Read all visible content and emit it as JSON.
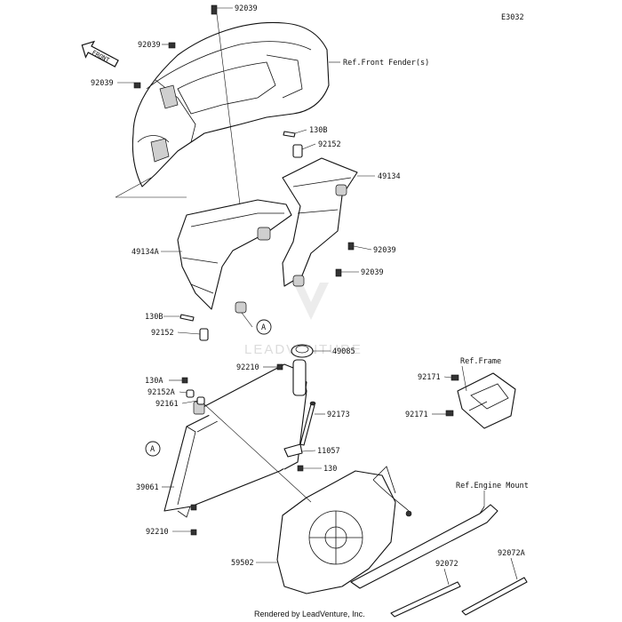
{
  "diagram_code": "E3032",
  "direction_arrow": "FRONT",
  "watermark": "LEADVENTURE",
  "footer": "Rendered by LeadVenture, Inc.",
  "circle_ref": "A",
  "labels": {
    "l92039_a": "92039",
    "l92039_b": "92039",
    "l92039_c": "92039",
    "l92039_d": "92039",
    "l92039_e": "92039",
    "ref_front_fender": "Ref.Front Fender(s)",
    "l130B_a": "130B",
    "l92152_a": "92152",
    "l49134": "49134",
    "l49134A": "49134A",
    "l130B_b": "130B",
    "l92152_b": "92152",
    "l49085": "49085",
    "l92210_a": "92210",
    "l130A": "130A",
    "l92152A": "92152A",
    "l92161": "92161",
    "l92173": "92173",
    "l11057": "11057",
    "l130": "130",
    "l39061": "39061",
    "l92210_b": "92210",
    "l59502": "59502",
    "ref_frame": "Ref.Frame",
    "l92171_a": "92171",
    "l92171_b": "92171",
    "ref_engine_mount": "Ref.Engine Mount",
    "l92072": "92072",
    "l92072A": "92072A"
  }
}
